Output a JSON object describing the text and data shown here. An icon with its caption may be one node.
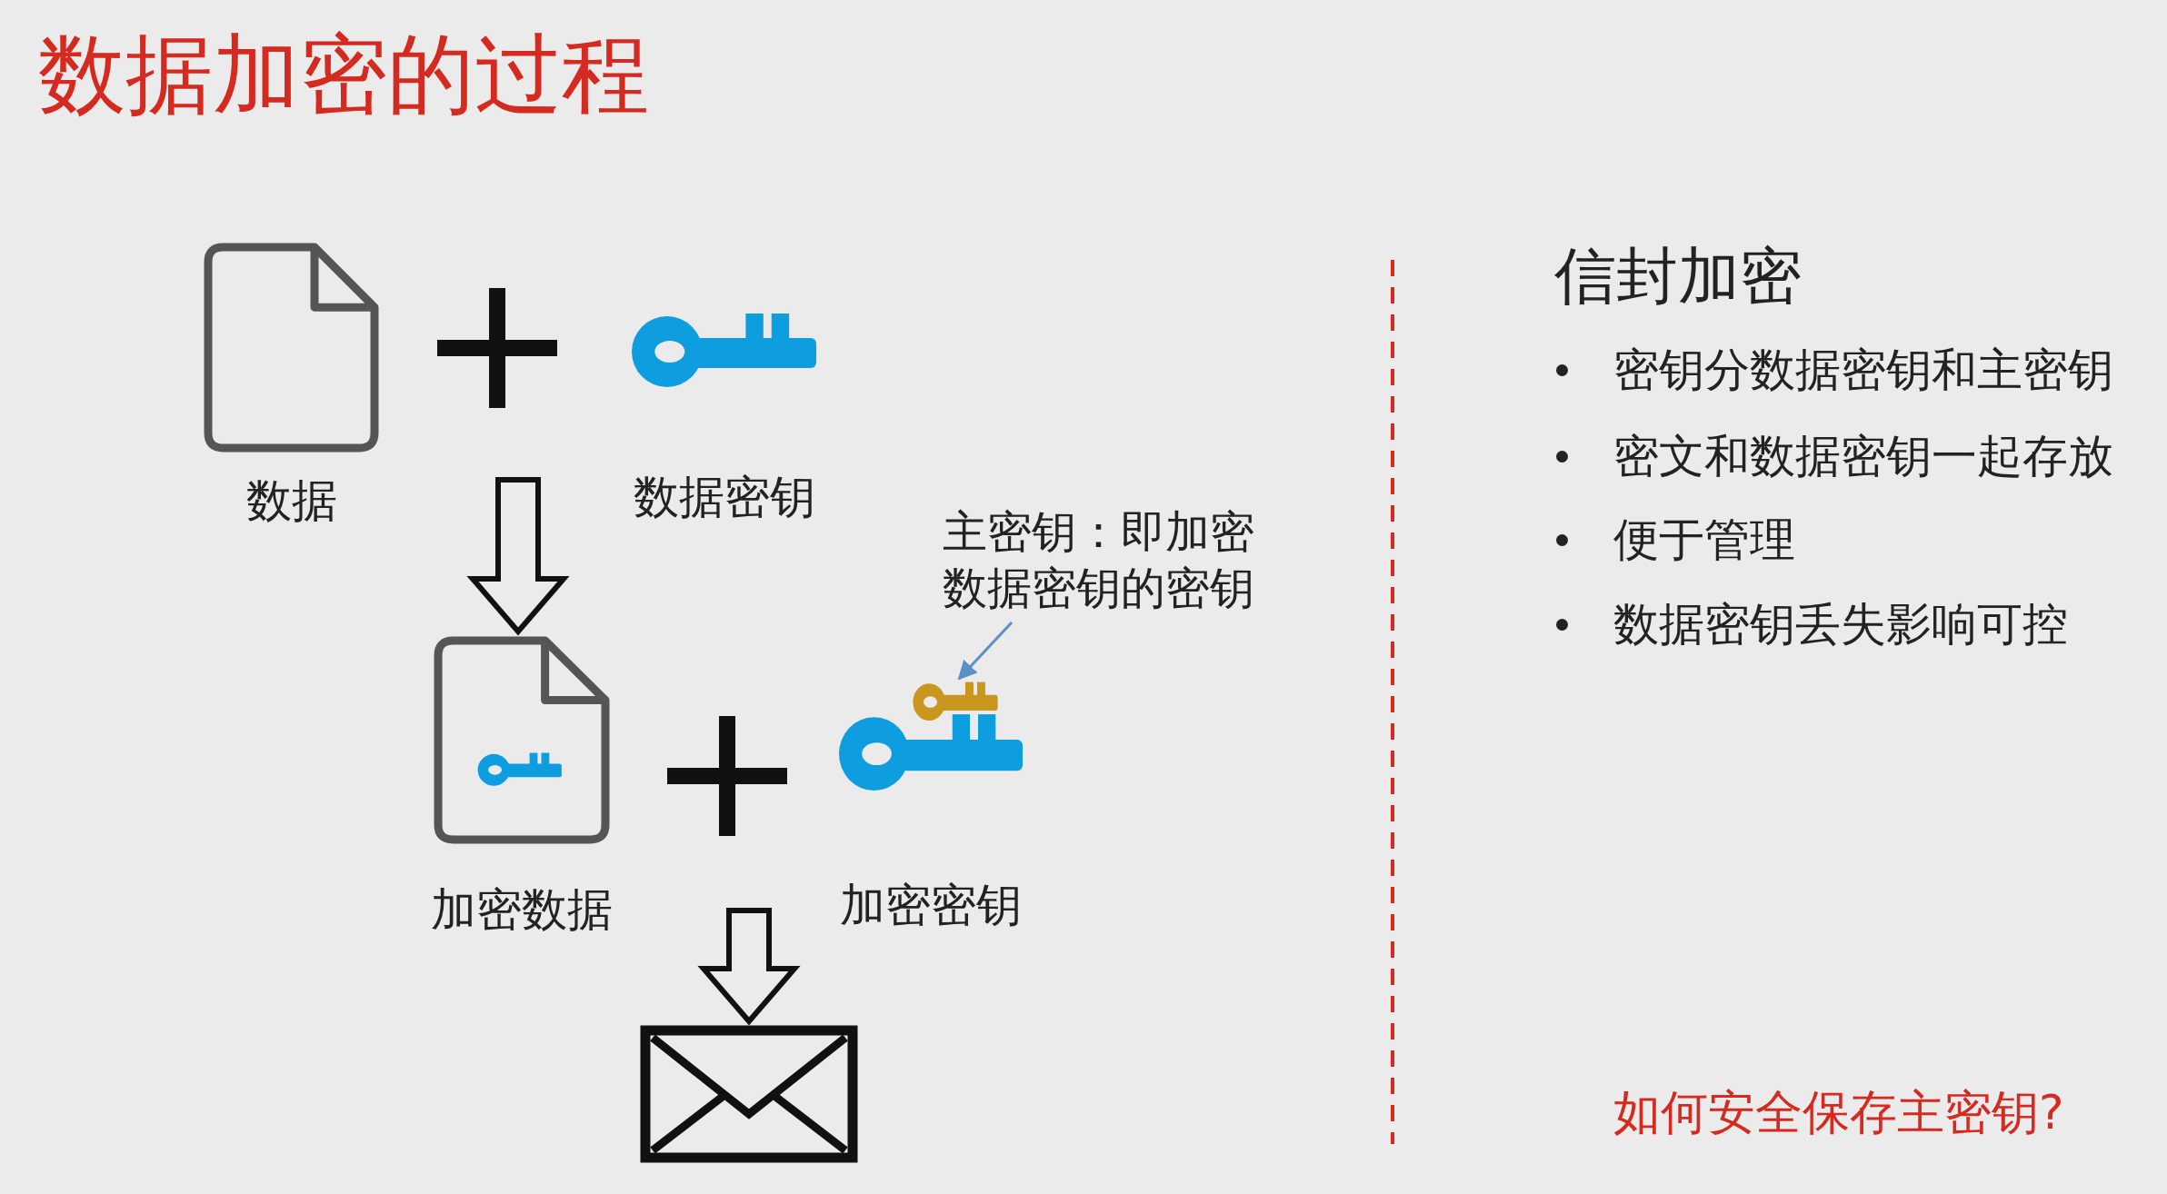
{
  "diagram": {
    "title": "数据加密的过程",
    "nodes": [
      {
        "text": [
          "数据"
        ]
      },
      {
        "text": [
          "数据密钥"
        ]
      },
      {
        "text": [
          "加密数据"
        ]
      },
      {
        "text": [
          "加密密钥"
        ]
      },
      {
        "text": [],
        "shape": "key"
      },
      {
        "text": [
          "主密钥：即加密数据密钥的密钥"
        ]
      },
      {
        "text": [],
        "shape": "envelope"
      }
    ],
    "edges": [
      {
        "from": null,
        "to": 2,
        "arrow": "to"
      },
      {
        "from": null,
        "to": 6,
        "arrow": "to"
      },
      {
        "from": 5,
        "to": 4,
        "arrow": "to",
        "color": "#5b8fc7"
      }
    ],
    "labels": [
      "信封加密",
      "密钥分数据密钥和主密钥",
      "密文和数据密钥一起存放",
      "便于管理",
      "数据密钥丢失影响可控",
      "如何安全保存主密钥?"
    ]
  }
}
